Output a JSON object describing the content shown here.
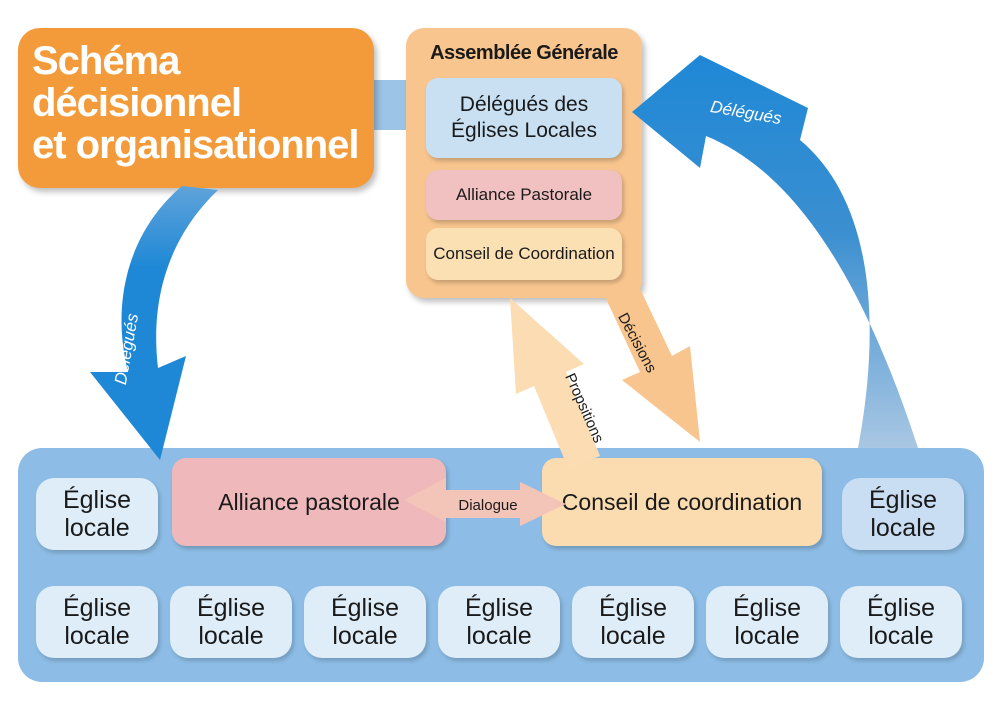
{
  "title": "Schéma\ndécisionnel\net organisationnel",
  "assemblee": {
    "title": "Assemblée Générale",
    "items": [
      "Délégués des\nÉglises Locales",
      "Alliance Pastorale",
      "Conseil de Coordination"
    ]
  },
  "arrows": {
    "delegues_right": "Délégués",
    "delegues_left": "Délégués",
    "decisions": "Décisions",
    "propositions": "Propsitions",
    "dialogue": "Dialogue"
  },
  "base": {
    "alliance": "Alliance pastorale",
    "conseil": "Conseil de coordination",
    "eglise_label": "Église\nlocale",
    "top_row": [
      "Église\nlocale",
      "Église\nlocale"
    ],
    "bottom_row": [
      "Église\nlocale",
      "Église\nlocale",
      "Église\nlocale",
      "Église\nlocale",
      "Église\nlocale",
      "Église\nlocale",
      "Église\nlocale"
    ]
  },
  "colors": {
    "blue_arrow": "#1e88d6",
    "orange_title": "#f39b3a",
    "ag_box": "#f8c58e",
    "base_panel": "#8dbde6",
    "eglise_box": "#deedf8",
    "alliance": "#efb9bb",
    "conseil": "#fbdcb0"
  }
}
